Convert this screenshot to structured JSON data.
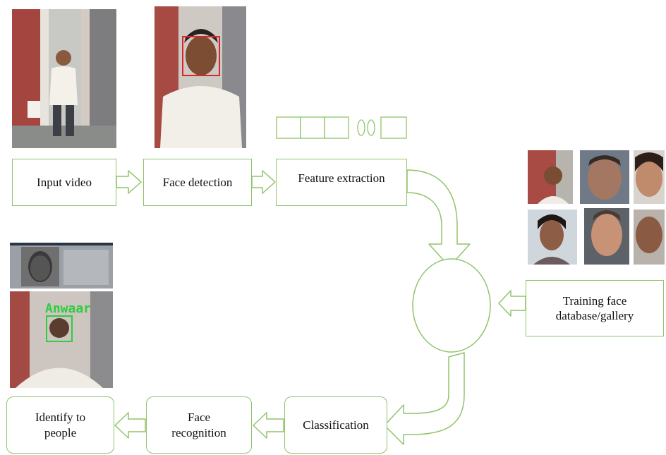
{
  "colors": {
    "box_border": "#8fc46a",
    "arrow_stroke": "#8fc46a",
    "detection_box": "#d9262b",
    "recognition_box": "#2ecc40"
  },
  "steps": {
    "input_video": "Input video",
    "face_detection": "Face detection",
    "feature_extraction": "Feature extraction",
    "training_gallery": "Training face database/gallery",
    "classification": "Classification",
    "face_recognition": "Face recognition",
    "identify": "Identify to people"
  },
  "recognized_name": "Anwaar",
  "gallery": {
    "rows": 2,
    "columns": 3
  },
  "icons": [
    "feature-vector-icon",
    "matching-circle-icon",
    "block-arrow-icon"
  ]
}
